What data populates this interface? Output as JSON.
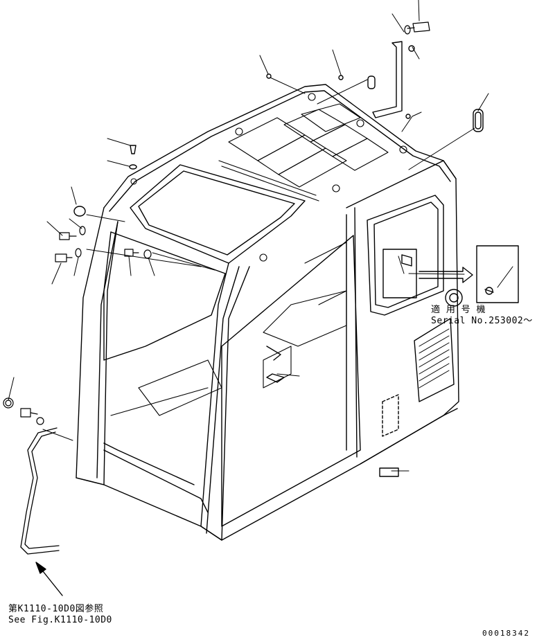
{
  "serial_note": {
    "line1": "適 用 号 機",
    "line2": "Serial No.253002～"
  },
  "reference_note": {
    "line1": "第K1110-10D0図参照",
    "line2": "See Fig.K1110-10D0"
  },
  "figure_number": "00018342"
}
